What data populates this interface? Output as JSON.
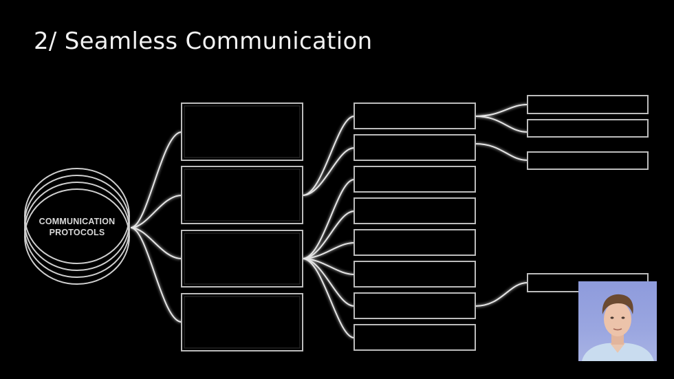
{
  "slide": {
    "title": "2/ Seamless Communication"
  },
  "diagram": {
    "root_node": {
      "label_line1": "COMMUNICATION",
      "label_line2": "PROTOCOLS"
    },
    "columns": [
      {
        "name": "level-1",
        "box_count": 4,
        "labels": [
          "",
          "",
          "",
          ""
        ]
      },
      {
        "name": "level-2",
        "box_count": 8,
        "labels": [
          "",
          "",
          "",
          "",
          "",
          "",
          "",
          ""
        ]
      },
      {
        "name": "level-3",
        "box_count": 4,
        "labels": [
          "",
          "",
          "",
          ""
        ]
      }
    ],
    "colors": {
      "background": "#000000",
      "box_stroke": "#bdbdbd",
      "connector": "#e8e8e8",
      "glow": "#ffffff"
    }
  },
  "webcam": {
    "description": "presenter video thumbnail",
    "background": "#96a3df"
  }
}
